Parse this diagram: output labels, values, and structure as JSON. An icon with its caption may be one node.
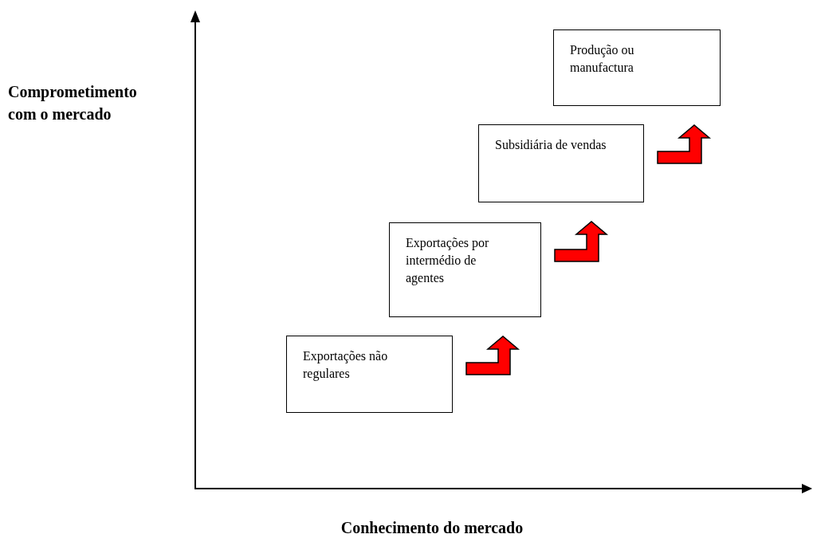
{
  "diagram": {
    "nodes": [
      {
        "text": [
          "Exportações não regulares"
        ]
      },
      {
        "text": [
          "Exportações por intermédio de agentes"
        ]
      },
      {
        "text": [
          "Subsidiária de vendas"
        ]
      },
      {
        "text": [
          "Produção ou manufactura"
        ]
      }
    ],
    "edges": [
      {
        "from": 0,
        "to": 1,
        "arrow": "to",
        "style": "thick"
      },
      {
        "from": 1,
        "to": 2,
        "arrow": "to",
        "style": "thick"
      },
      {
        "from": 2,
        "to": 3,
        "arrow": "to",
        "style": "thick"
      }
    ],
    "labels": [
      "Comprometimento com o mercado",
      "Conhecimento do mercado"
    ]
  }
}
